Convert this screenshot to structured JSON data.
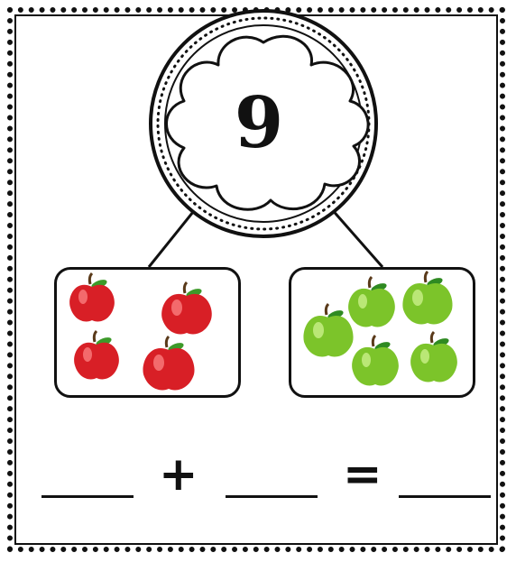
{
  "number_bond": {
    "total": "9",
    "left_part": {
      "count": 4,
      "apple_color": "#d81f26"
    },
    "right_part": {
      "count": 5,
      "apple_color": "#7cc42a"
    }
  },
  "equation": {
    "plus_symbol": "+",
    "equals_symbol": "="
  }
}
